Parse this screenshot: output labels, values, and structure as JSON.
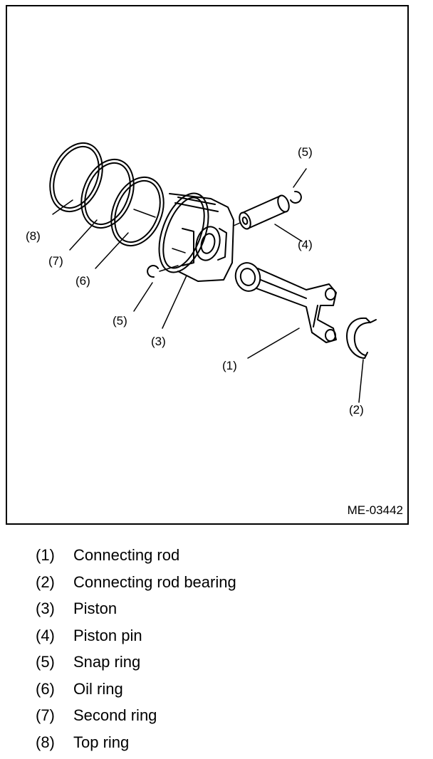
{
  "figure": {
    "code": "ME-03442",
    "callouts": {
      "c8": "(8)",
      "c7": "(7)",
      "c6": "(6)",
      "c5_left": "(5)",
      "c5_right": "(5)",
      "c4": "(4)",
      "c3": "(3)",
      "c1": "(1)",
      "c2": "(2)"
    }
  },
  "legend": [
    {
      "num": "(1)",
      "label": "Connecting rod"
    },
    {
      "num": "(2)",
      "label": "Connecting rod bearing"
    },
    {
      "num": "(3)",
      "label": "Piston"
    },
    {
      "num": "(4)",
      "label": "Piston pin"
    },
    {
      "num": "(5)",
      "label": "Snap ring"
    },
    {
      "num": "(6)",
      "label": "Oil ring"
    },
    {
      "num": "(7)",
      "label": "Second ring"
    },
    {
      "num": "(8)",
      "label": "Top ring"
    }
  ]
}
